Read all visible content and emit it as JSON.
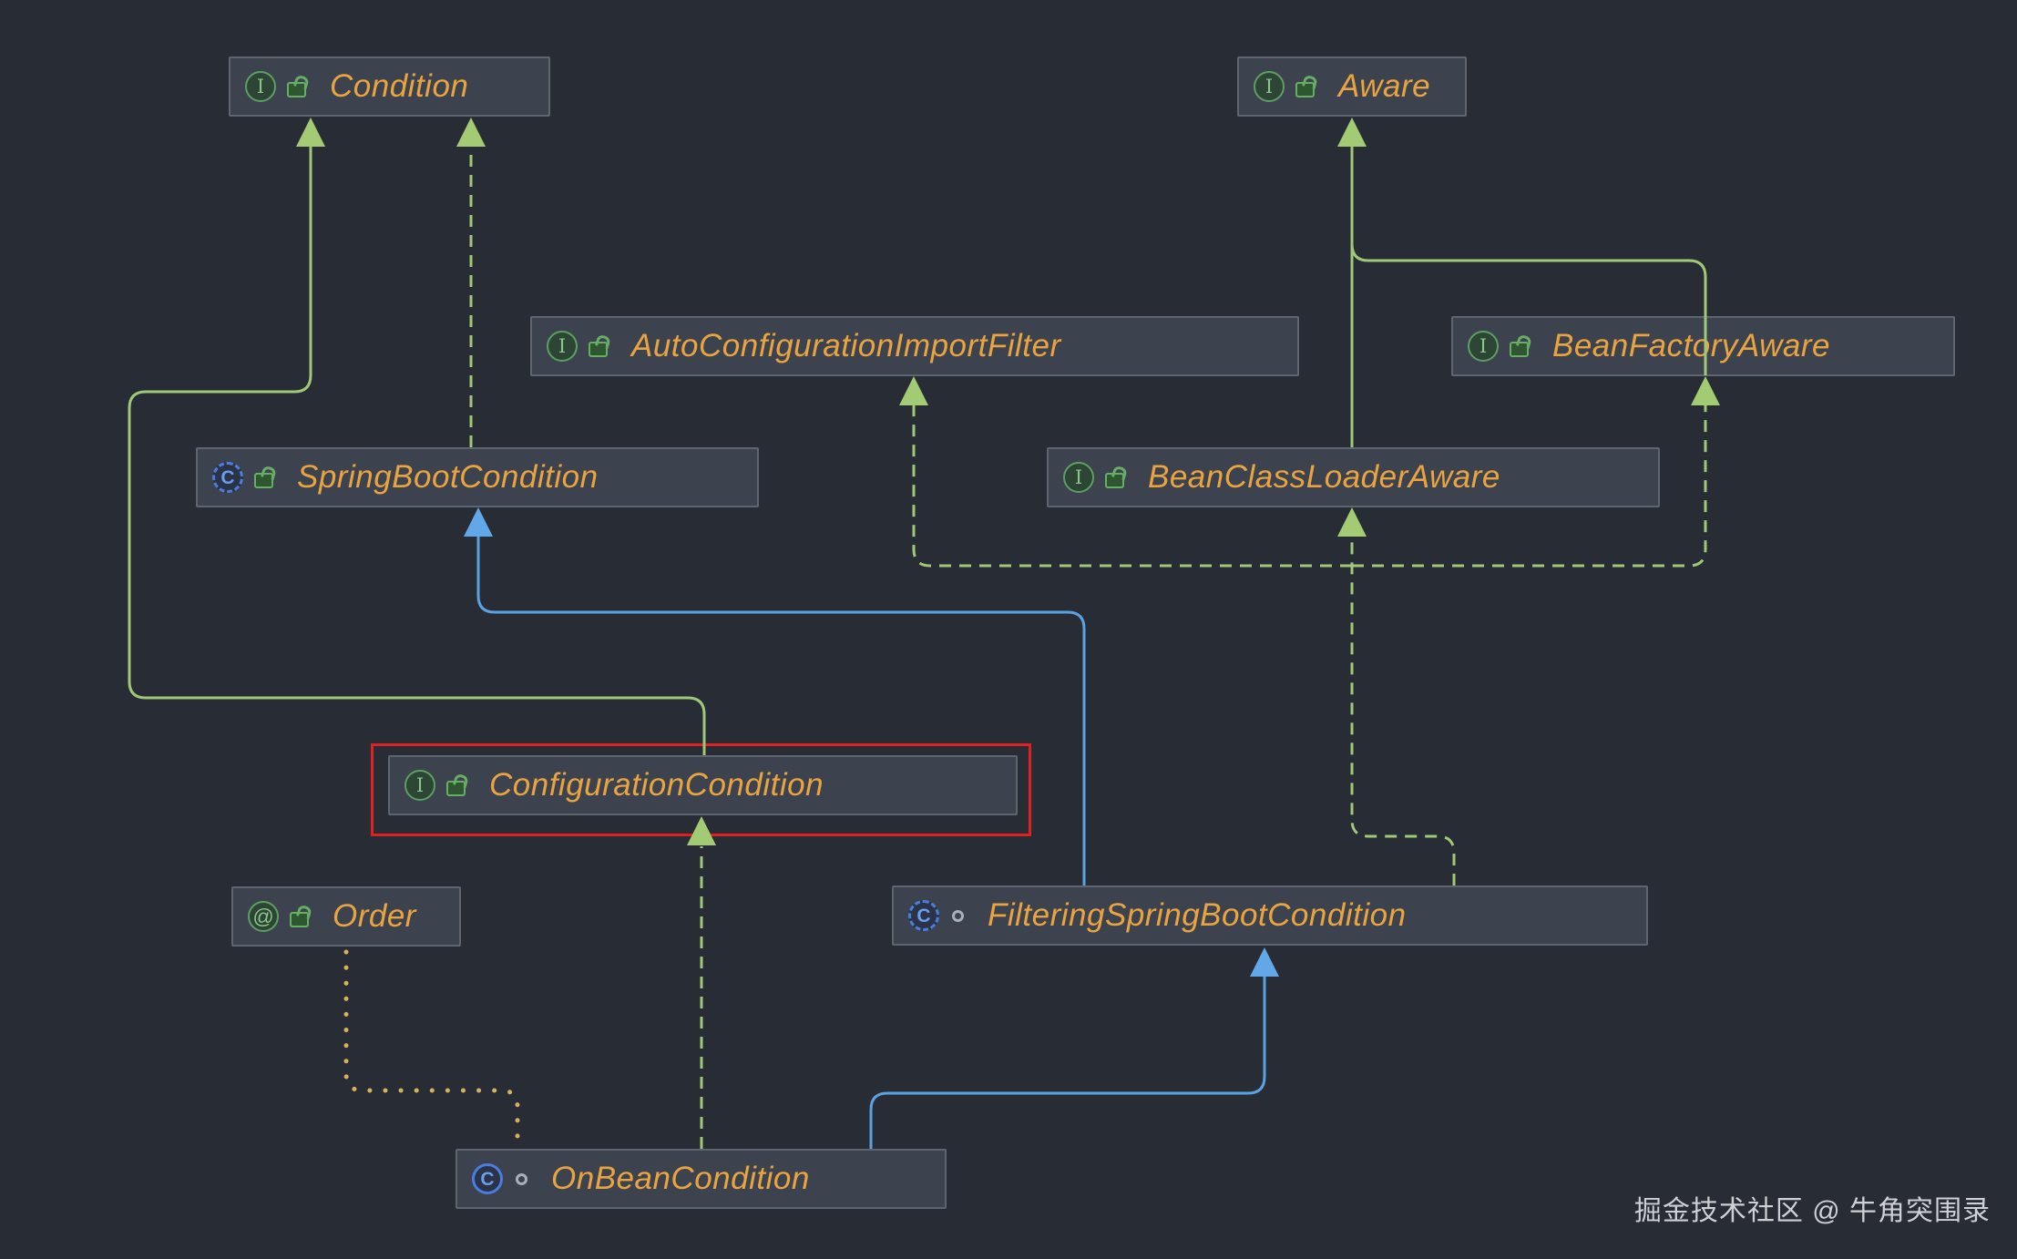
{
  "diagram": {
    "tool_style": "uml-class-diagram",
    "background_color": "#282c34",
    "colors": {
      "node_fill": "#3d434e",
      "node_border": "#5e6571",
      "label_text": "#e9a440",
      "inheritance_line_green": "#a0c878",
      "extends_line_blue": "#5ba2e2",
      "annotation_line_yellow": "#d6b05c",
      "selection_highlight_red": "#e02020"
    }
  },
  "nodes": [
    {
      "id": "condition",
      "label": "Condition",
      "kind": "interface",
      "icon_glyph": "I",
      "visibility": "public"
    },
    {
      "id": "aware",
      "label": "Aware",
      "kind": "interface",
      "icon_glyph": "I",
      "visibility": "public"
    },
    {
      "id": "auto-configuration-import-filter",
      "label": "AutoConfigurationImportFilter",
      "kind": "interface",
      "icon_glyph": "I",
      "visibility": "public"
    },
    {
      "id": "bean-factory-aware",
      "label": "BeanFactoryAware",
      "kind": "interface",
      "icon_glyph": "I",
      "visibility": "public"
    },
    {
      "id": "spring-boot-condition",
      "label": "SpringBootCondition",
      "kind": "abstract-class",
      "icon_glyph": "C",
      "visibility": "public"
    },
    {
      "id": "bean-class-loader-aware",
      "label": "BeanClassLoaderAware",
      "kind": "interface",
      "icon_glyph": "I",
      "visibility": "public"
    },
    {
      "id": "configuration-condition",
      "label": "ConfigurationCondition",
      "kind": "interface",
      "icon_glyph": "I",
      "visibility": "public",
      "highlighted": true
    },
    {
      "id": "order",
      "label": "Order",
      "kind": "annotation",
      "icon_glyph": "@",
      "visibility": "public"
    },
    {
      "id": "filtering-spring-boot-condition",
      "label": "FilteringSpringBootCondition",
      "kind": "abstract-class",
      "icon_glyph": "C",
      "visibility": "package-private"
    },
    {
      "id": "on-bean-condition",
      "label": "OnBeanCondition",
      "kind": "class",
      "icon_glyph": "C",
      "visibility": "package-private"
    }
  ],
  "edges": [
    {
      "from": "ConfigurationCondition",
      "to": "Condition",
      "type": "extends",
      "style": "solid-green"
    },
    {
      "from": "SpringBootCondition",
      "to": "Condition",
      "type": "implements",
      "style": "dashed-green"
    },
    {
      "from": "BeanClassLoaderAware",
      "to": "Aware",
      "type": "extends",
      "style": "solid-green"
    },
    {
      "from": "BeanFactoryAware",
      "to": "Aware",
      "type": "extends",
      "style": "solid-green"
    },
    {
      "from": "FilteringSpringBootCondition",
      "to": "AutoConfigurationImportFilter",
      "type": "implements",
      "style": "dashed-green"
    },
    {
      "from": "FilteringSpringBootCondition",
      "to": "BeanClassLoaderAware",
      "type": "implements",
      "style": "dashed-green"
    },
    {
      "from": "FilteringSpringBootCondition",
      "to": "BeanFactoryAware",
      "type": "implements",
      "style": "dashed-green"
    },
    {
      "from": "FilteringSpringBootCondition",
      "to": "SpringBootCondition",
      "type": "extends",
      "style": "solid-blue"
    },
    {
      "from": "OnBeanCondition",
      "to": "FilteringSpringBootCondition",
      "type": "extends",
      "style": "solid-blue"
    },
    {
      "from": "OnBeanCondition",
      "to": "ConfigurationCondition",
      "type": "implements",
      "style": "dashed-green"
    },
    {
      "from": "OnBeanCondition",
      "to": "Order",
      "type": "annotated-with",
      "style": "dotted-yellow"
    }
  ],
  "watermark": {
    "text": "掘金技术社区 @ 牛角突围录"
  }
}
